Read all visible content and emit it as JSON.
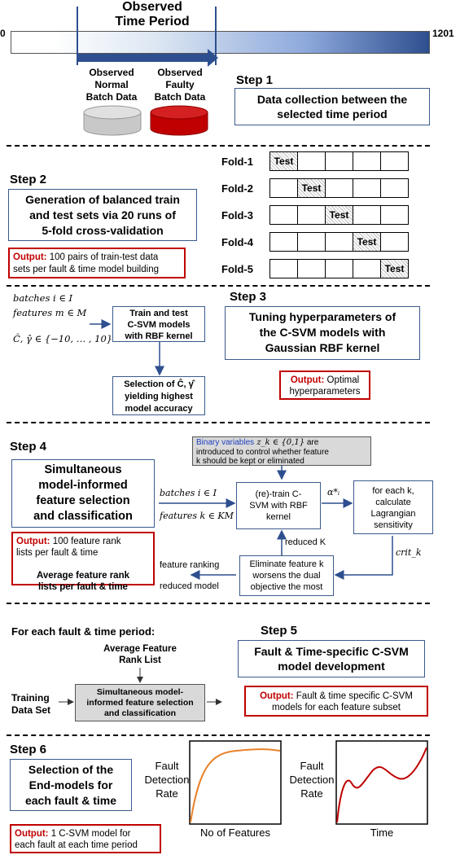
{
  "top": {
    "title_line1": "Observed",
    "title_line2": "Time Period",
    "axis_start": "0",
    "axis_end": "1201",
    "normal_label_1": "Observed",
    "normal_label_2": "Normal",
    "normal_label_3": "Batch Data",
    "faulty_label_1": "Observed",
    "faulty_label_2": "Faulty",
    "faulty_label_3": "Batch Data"
  },
  "step1": {
    "title": "Step 1",
    "box_line1": "Data collection between the",
    "box_line2": "selected time period"
  },
  "step2": {
    "title": "Step 2",
    "box_line1": "Generation of balanced train",
    "box_line2": "and test sets via 20 runs of",
    "box_line3": "5-fold cross-validation",
    "output_label": "Output:",
    "output_line1": " 100 pairs of train-test data",
    "output_line2": "sets per fault & time model building",
    "folds": [
      "Fold-1",
      "Fold-2",
      "Fold-3",
      "Fold-4",
      "Fold-5"
    ],
    "test_label": "Test"
  },
  "step3": {
    "title": "Step 3",
    "batches": "batches i ∈ I",
    "features": "features m ∈ M",
    "grid": "Ĉ, γ̂ ∈ {−10, … , 10}²",
    "train_box_1": "Train and test",
    "train_box_2": "C-SVM models",
    "train_box_3": "with RBF kernel",
    "select_box_1": "Selection of Ĉ, γ̂",
    "select_box_2": "yielding highest",
    "select_box_3": "model accuracy",
    "box_line1": "Tuning hyperparameters of",
    "box_line2": "the C-SVM models with",
    "box_line3": "Gaussian RBF kernel",
    "output_label": "Output:",
    "output_line1": " Optimal",
    "output_line2": "hyperparameters"
  },
  "step4": {
    "title": "Step 4",
    "box_line1": "Simultaneous",
    "box_line2": "model-informed",
    "box_line3": "feature selection",
    "box_line4": "and classification",
    "binary_blue": "Binary variables",
    "binary_var": " z_k ∈ {0,1}",
    "binary_rest1": " are",
    "binary_line2": "introduced to control whether feature",
    "binary_line3": "k should be kept or eliminated",
    "batches": "batches i ∈ I",
    "features": "features k ∈ KM",
    "retrain_1": "(re)-train C-",
    "retrain_2": "SVM with RBF",
    "retrain_3": "kernel",
    "alpha": "α*ᵢ",
    "lagr_1": "for each k,",
    "lagr_2": "calculate",
    "lagr_3": "Lagrangian",
    "lagr_4": "sensitivity",
    "crit": "crit_k",
    "reduced_k": "reduced K",
    "elim_1": "Eliminate feature k",
    "elim_2": "worsens the dual",
    "elim_3": "objective the most",
    "feature_ranking": "feature ranking",
    "reduced_model": "reduced model",
    "output_label": "Output:",
    "output_line1": " 100 feature rank",
    "output_line2": "lists per fault & time",
    "output_line3": "Average feature rank",
    "output_line4": "lists per fault & time"
  },
  "step5": {
    "title": "Step 5",
    "header": "For each fault & time period:",
    "avg_1": "Average Feature",
    "avg_2": "Rank List",
    "training_1": "Training",
    "training_2": "Data Set",
    "grey_1": "Simultaneous model-",
    "grey_2": "informed feature selection",
    "grey_3": "and classification",
    "box_line1": "Fault & Time-specific C-SVM",
    "box_line2": "model development",
    "output_label": "Output:",
    "output_line1": " Fault & time specific C-SVM",
    "output_line2": "models for each feature subset"
  },
  "step6": {
    "title": "Step 6",
    "box_line1": "Selection of the",
    "box_line2": "End-models for",
    "box_line3": "each fault & time",
    "y_label_1": "Fault",
    "y_label_2": "Detection",
    "y_label_3": "Rate",
    "x_label_left": "No of Features",
    "x_label_right": "Time",
    "output_label": "Output:",
    "output_line1": " 1 C-SVM model for",
    "output_line2": "each fault at each time period",
    "curve_left_color": "#e8822a",
    "curve_right_color": "#c00000"
  },
  "colors": {
    "accent_blue": "#2e4f8f",
    "red": "#c00000",
    "grey": "#d9d9d9"
  }
}
